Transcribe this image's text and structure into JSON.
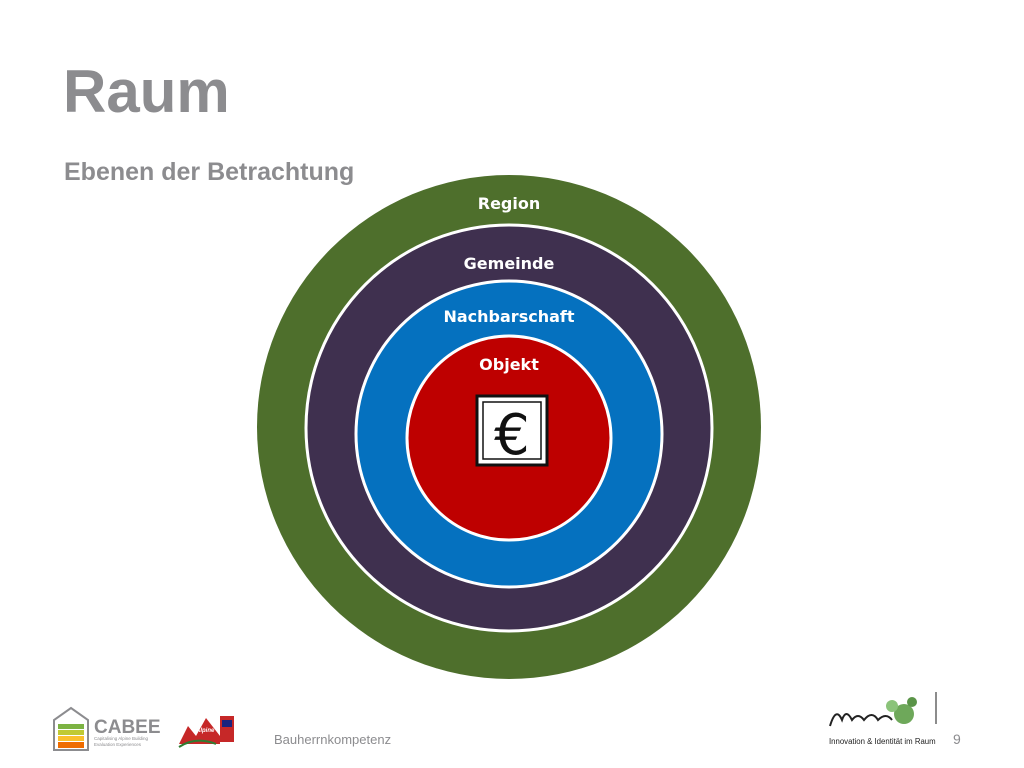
{
  "slide": {
    "title": "Raum",
    "subtitle": "Ebenen der Betrachtung"
  },
  "diagram": {
    "rings": [
      {
        "label": "Region",
        "color": "#4e6f2c"
      },
      {
        "label": "Gemeinde",
        "color": "#3f304f"
      },
      {
        "label": "Nachbarschaft",
        "color": "#0571bf"
      },
      {
        "label": "Objekt",
        "color": "#be0000"
      }
    ],
    "center_symbol": "€",
    "center_icon": "euro-icon"
  },
  "footer": {
    "text": "Bauherrnkompetenz",
    "page_number": "9"
  },
  "logos": {
    "cabee": {
      "name": "CABEE",
      "tagline": "Capitalising Alpine Building Evaluation Experiences"
    },
    "alpine_space": {
      "name": "Alpine Space"
    },
    "heimatle": {
      "name": "heimatle",
      "tagline": "Innovation & Identität im Raum"
    }
  }
}
